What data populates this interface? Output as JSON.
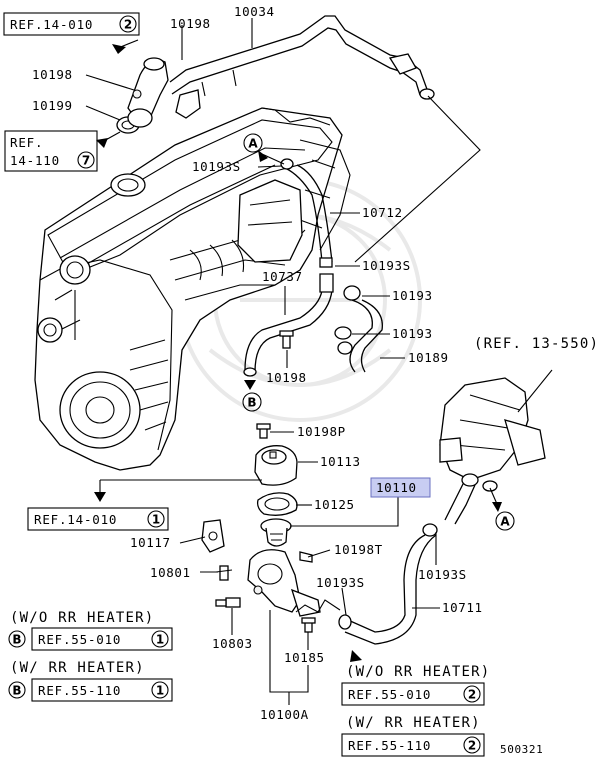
{
  "parts": {
    "p10034": "10034",
    "p10198_top": "10198",
    "p10198_left": "10198",
    "p10199": "10199",
    "p10193S_a": "10193S",
    "p10712": "10712",
    "p10193S_b": "10193S",
    "p10737": "10737",
    "p10193_a": "10193",
    "p10193_b": "10193",
    "p10189": "10189",
    "p10198_mid": "10198",
    "p10198P": "10198P",
    "p10113": "10113",
    "p10110": "10110",
    "p10125": "10125",
    "p10117": "10117",
    "p10198T": "10198T",
    "p10801": "10801",
    "p10193S_c": "10193S",
    "p10193S_d": "10193S",
    "p10711": "10711",
    "p10803": "10803",
    "p10185": "10185",
    "p10100A": "10100A"
  },
  "refs": {
    "r14010_top": {
      "text": "REF.14-010",
      "num": "2"
    },
    "r14110_line1": "REF.",
    "r14110_line2": "14-110",
    "r14110_num": "7",
    "r14010_mid": {
      "text": "REF.14-010",
      "num": "1"
    },
    "r13550": "(REF. 13-550)",
    "left_wo_caption": "(W/O RR HEATER)",
    "left_wo": {
      "marker": "B",
      "text": "REF.55-010",
      "num": "1"
    },
    "left_w_caption": "(W/ RR HEATER)",
    "left_w": {
      "marker": "B",
      "text": "REF.55-110",
      "num": "1"
    },
    "right_wo_caption": "(W/O RR HEATER)",
    "right_wo": {
      "text": "REF.55-010",
      "num": "2"
    },
    "right_w_caption": "(W/ RR HEATER)",
    "right_w": {
      "text": "REF.55-110",
      "num": "2"
    }
  },
  "markers": {
    "A_top": "A",
    "B_mid": "B",
    "A_right": "A"
  },
  "diagram_id": "500321",
  "colors": {
    "highlight": "#c8cdf2",
    "line": "#000000",
    "watermark": "#e9e9e9"
  }
}
